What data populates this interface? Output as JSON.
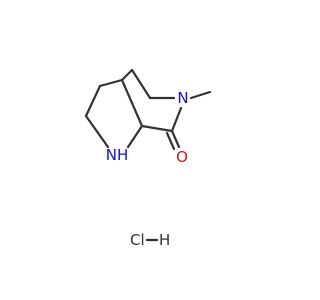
{
  "structure": {
    "atoms": {
      "nh": {
        "label": "NH",
        "color": "#1010e0"
      },
      "n_methyl": {
        "label": "N",
        "color": "#1010e0"
      },
      "o_carbonyl": {
        "label": "O",
        "color": "#e01010"
      }
    },
    "salt": {
      "cl": "Cl",
      "h": "H",
      "color": "#333333"
    },
    "bond_color": "#333333",
    "background": "#ffffff"
  }
}
